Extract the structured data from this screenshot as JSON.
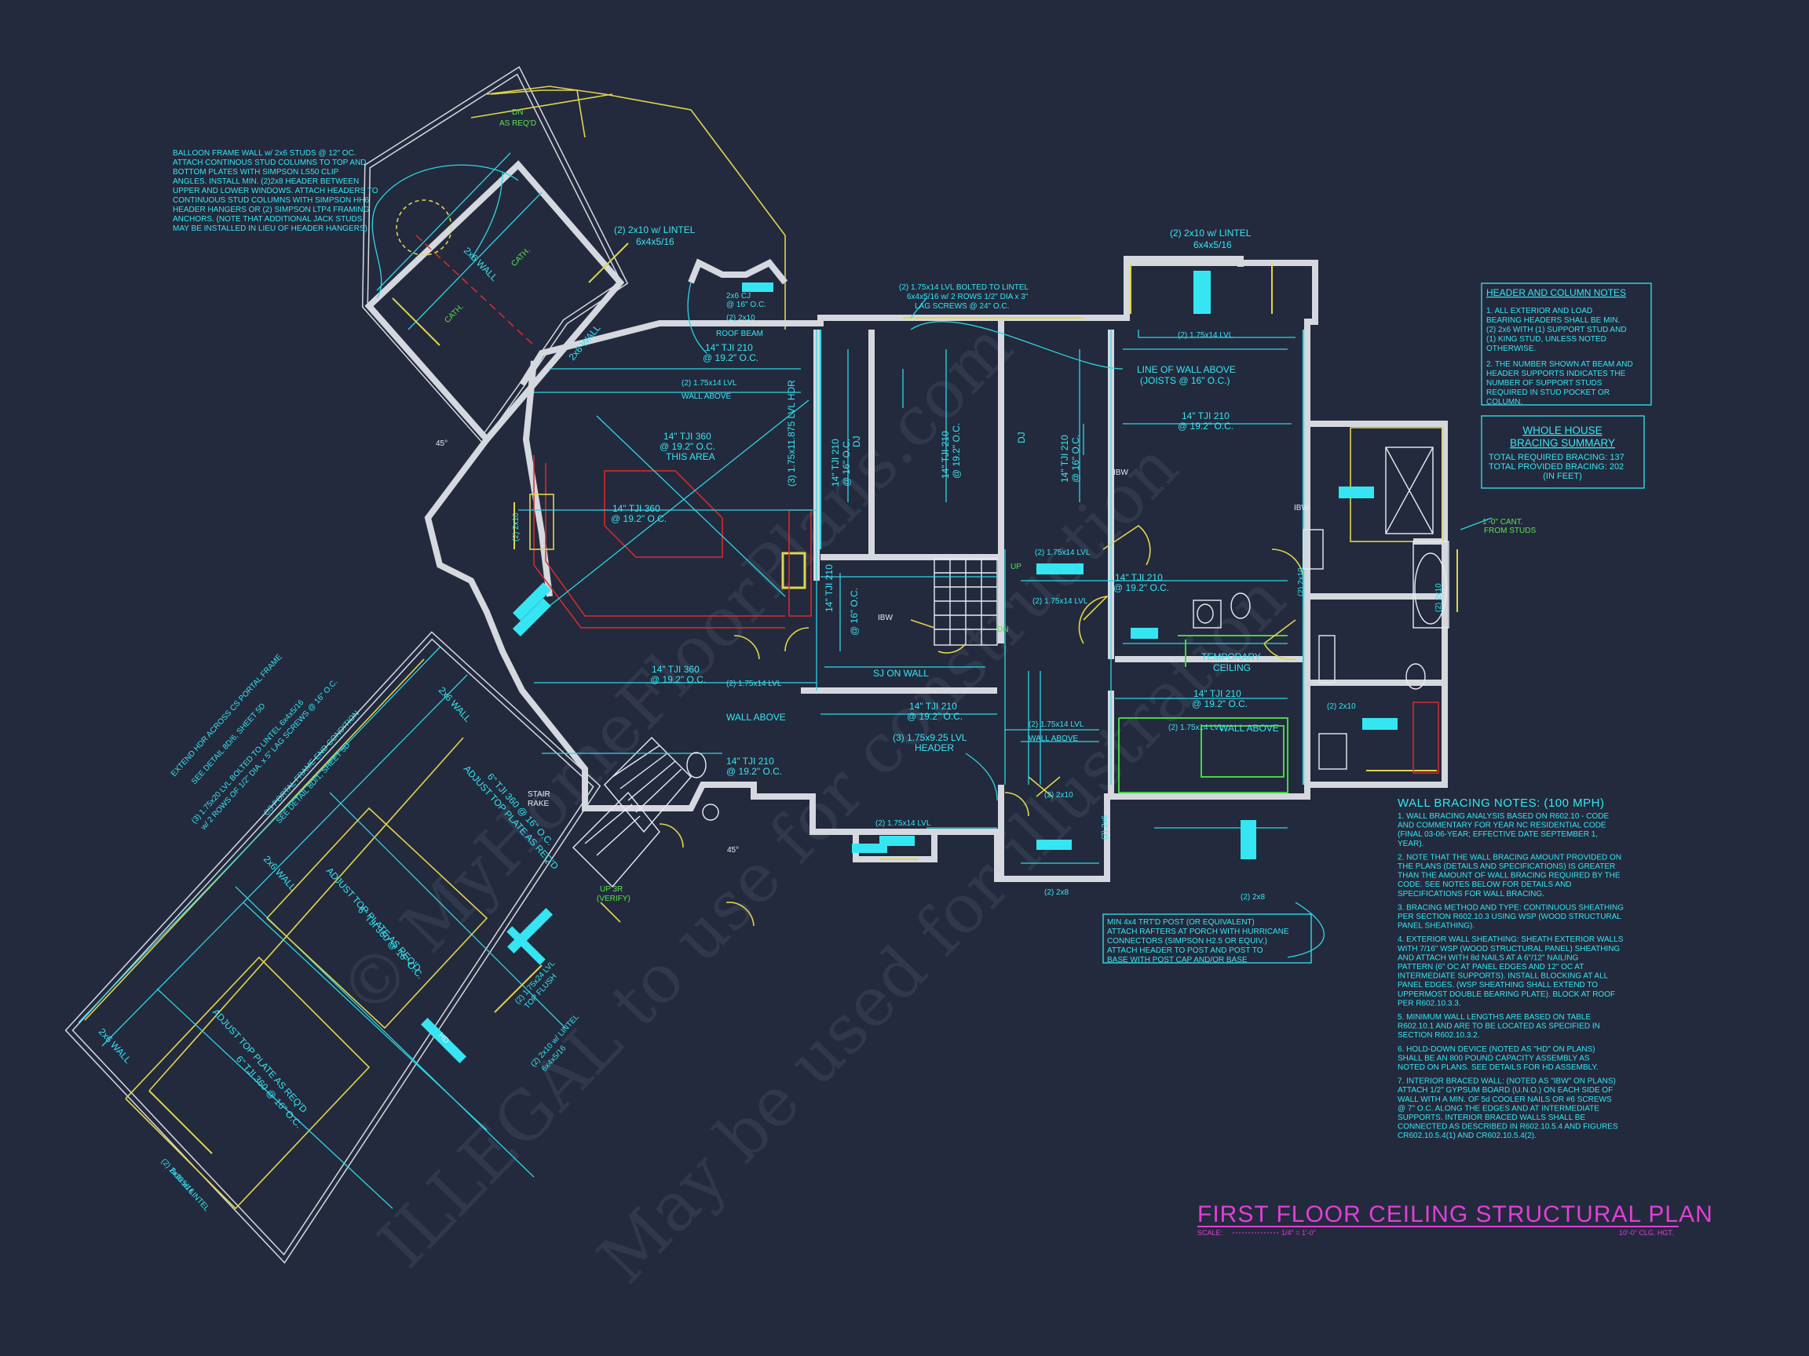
{
  "sheet": {
    "title": "FIRST FLOOR CEILING STRUCTURAL PLAN",
    "scale_label": "SCALE:",
    "scale_value": "1/4\" = 1'-0\"",
    "ceiling_height": "10'-0\" CLG. HGT."
  },
  "watermark": {
    "line1": "© MyHomeFloorPlans.com",
    "line2": "ILLEGAL to use for construction",
    "line3": "May be used for illustration"
  },
  "header_notes": {
    "title": "HEADER AND COLUMN NOTES",
    "lines": [
      "1. ALL EXTERIOR AND LOAD",
      "BEARING HEADERS SHALL BE MIN.",
      "(2) 2x6 WITH (1) SUPPORT STUD AND",
      "(1) KING STUD, UNLESS NOTED",
      "OTHERWISE.",
      "",
      "2. THE NUMBER SHOWN AT BEAM AND",
      "HEADER SUPPORTS INDICATES THE",
      "NUMBER OF SUPPORT STUDS",
      "REQUIRED IN STUD POCKET OR",
      "COLUMN."
    ]
  },
  "bracing_summary": {
    "title1": "WHOLE HOUSE",
    "title2": "BRACING SUMMARY",
    "required": "TOTAL REQUIRED BRACING: 137",
    "provided": "TOTAL PROVIDED BRACING: 202",
    "unit": "(IN FEET)"
  },
  "wall_bracing": {
    "title": "WALL BRACING NOTES: (100 MPH)",
    "lines": [
      "1. WALL BRACING ANALYSIS BASED ON R602.10 - CODE",
      "AND COMMENTARY FOR YEAR NC RESIDENTIAL CODE",
      "(FINAL 03-06-YEAR; EFFECTIVE DATE SEPTEMBER 1,",
      "YEAR).",
      "",
      "2. NOTE THAT THE WALL BRACING AMOUNT PROVIDED ON",
      "THE PLANS (DETAILS AND SPECIFICATIONS) IS GREATER",
      "THAN THE AMOUNT OF WALL BRACING REQUIRED BY THE",
      "CODE. SEE NOTES BELOW FOR DETAILS AND",
      "SPECIFICATIONS FOR WALL BRACING.",
      "",
      "3. BRACING METHOD AND TYPE: CONTINUOUS SHEATHING",
      "PER SECTION R602.10.3 USING WSP (WOOD STRUCTURAL",
      "PANEL SHEATHING).",
      "",
      "4. EXTERIOR WALL SHEATHING: SHEATH EXTERIOR WALLS",
      "WITH 7/16\" WSP (WOOD STRUCTURAL PANEL) SHEATHING",
      "AND ATTACH WITH 8d NAILS AT A 6\"/12\" NAILING",
      "PATTERN (6\" OC AT PANEL EDGES AND 12\" OC AT",
      "INTERMEDIATE SUPPORTS). INSTALL BLOCKING AT ALL",
      "PANEL EDGES. (WSP SHEATHING SHALL EXTEND TO",
      "UPPERMOST DOUBLE BEARING PLATE). BLOCK AT ROOF",
      "PER R602.10.3.3.",
      "",
      "5. MINIMUM WALL LENGTHS ARE BASED ON TABLE",
      "R602.10.1 AND ARE TO BE LOCATED AS SPECIFIED IN",
      "SECTION R602.10.3.2.",
      "",
      "6. HOLD-DOWN DEVICE (NOTED AS \"HD\" ON PLANS)",
      "SHALL BE AN 800 POUND CAPACITY ASSEMBLY AS",
      "NOTED ON PLANS. SEE DETAILS FOR HD ASSEMBLY.",
      "",
      "7. INTERIOR BRACED WALL: (NOTED AS \"IBW\" ON PLANS)",
      "ATTACH 1/2\" GYPSUM BOARD (U.N.O.) ON EACH SIDE OF",
      "WALL WITH A MIN. OF 5d COOLER NAILS OR #6 SCREWS",
      "@ 7\" O.C. ALONG THE EDGES AND AT INTERMEDIATE",
      "SUPPORTS. INTERIOR BRACED WALLS SHALL BE",
      "CONNECTED AS DESCRIBED IN R602.10.5.4 AND FIGURES",
      "CR602.10.5.4(1) AND CR602.10.5.4(2)."
    ]
  },
  "balloon_note": [
    "BALLOON FRAME WALL w/ 2x6 STUDS @ 12\" OC.",
    "ATTACH CONTINOUS STUD COLUMNS TO TOP AND",
    "BOTTOM PLATES WITH SIMPSON LS50 CLIP",
    "ANGLES. INSTALL MIN. (2)2x8 HEADER BETWEEN",
    "UPPER AND LOWER WINDOWS. ATTACH HEADERS TO",
    "CONTINUOUS STUD COLUMNS WITH SIMPSON HH6",
    "HEADER HANGERS OR (2) SIMPSON LTP4 FRAMING",
    "ANCHORS. (NOTE THAT ADDITIONAL JACK STUDS",
    "MAY BE INSTALLED IN LIEU OF HEADER HANGERS)"
  ],
  "porch_note": [
    "MIN 4x4 TRT'D POST (OR EQUIVALENT)",
    "ATTACH RAFTERS AT PORCH WITH HURRICANE",
    "CONNECTORS (SIMPSON H2.5 OR EQUIV.)",
    "ATTACH HEADER TO POST AND POST TO",
    "BASE WITH POST CAP AND/OR BASE"
  ],
  "labels": {
    "dn_as_reqd": [
      "DN",
      "AS REQ'D"
    ],
    "lintel_a": [
      "(2) 2x10 w/ LINTEL",
      "6x4x5/16"
    ],
    "lintel_b": [
      "(2) 2x10 w/ LINTEL",
      "6x4x5/16"
    ],
    "bolted_lintel": [
      "(2) 1.75x14 LVL BOLTED TO LINTEL",
      "6x4x5/16 w/ 2 ROWS 1/2\" DIA x 3\"",
      "LAG SCREWS @ 24\" O.C."
    ],
    "wall_2x6": "2x6 WALL",
    "cath": "CATH.",
    "cj": [
      "2x6 CJ",
      "@ 16\" O.C."
    ],
    "two_2x10": "(2) 2x10",
    "roof_beam": "ROOF BEAM",
    "tji210_a": [
      "14\" TJI 210",
      "@ 19.2\" O.C."
    ],
    "lvl_214": "(2) 1.75x14 LVL",
    "wall_above": "WALL ABOVE",
    "tji360_area": [
      "14\" TJI 360",
      "@ 19.2\" O.C.",
      "THIS AREA"
    ],
    "tji360_b": [
      "14\" TJI 360",
      "@ 19.2\" O.C."
    ],
    "lvl_hdr": "(3) 1.75x11.875 LVL HDR",
    "tji210_16": [
      "14\" TJI 210",
      "@ 16\" O.C."
    ],
    "dj": "DJ",
    "line_wall_above": [
      "LINE OF WALL ABOVE",
      "(JOISTS @ 16\" O.C.)"
    ],
    "tji210_c": [
      "14\" TJI 210",
      "@ 19.2\" O.C."
    ],
    "sj_on_wall": "SJ ON WALL",
    "lvl_hdr2": [
      "(3) 1.75x9.25 LVL",
      "HEADER"
    ],
    "temp_ceiling": [
      "TEMPORARY",
      "CEILING"
    ],
    "cant": [
      "1'-0\" CANT.",
      "FROM STUDS"
    ],
    "stair_rake": [
      "STAIR",
      "RAKE"
    ],
    "up": "UP",
    "dn": "DN",
    "up_verify": [
      "UP 3R",
      "(VERIFY)"
    ],
    "portal": [
      "EXTEND HDR ACROSS CS PORTAL FRAME",
      "SEE DETAIL 8D/6, SHEET 5D"
    ],
    "lvl_bolted": [
      "(3) 1.75x20 LVL BOLTED TO LINTEL 6x4x5/16",
      "w/ 2 ROWS OF 1/2\" DIA. x 5\" LAG SCREWS @ 16\" O.C."
    ],
    "portal_end": [
      "CS PORTAL FRAME END CONDITION",
      "SEE DETAIL 8D/1, SHEET 5D"
    ],
    "adjust": "ADJUST TOP PLATE AS REQ'D",
    "tji360_16": "6\" TJI 360 @ 16\" O.C.",
    "lvl_224": [
      "(2) 1.75x24 LVL",
      "TOP FLUSH"
    ],
    "lintel_c": [
      "(2) 2x10 w/ LINTEL",
      "6x4x5/16"
    ],
    "lintel_d": [
      "(2) 2x10 w/ LINTEL",
      "6x4x5/16"
    ],
    "two_2x8": "(2) 2x8",
    "two_2x6": "(2) 2x6",
    "ibw": "IBW",
    "hd": "HD",
    "angle": "45°"
  }
}
